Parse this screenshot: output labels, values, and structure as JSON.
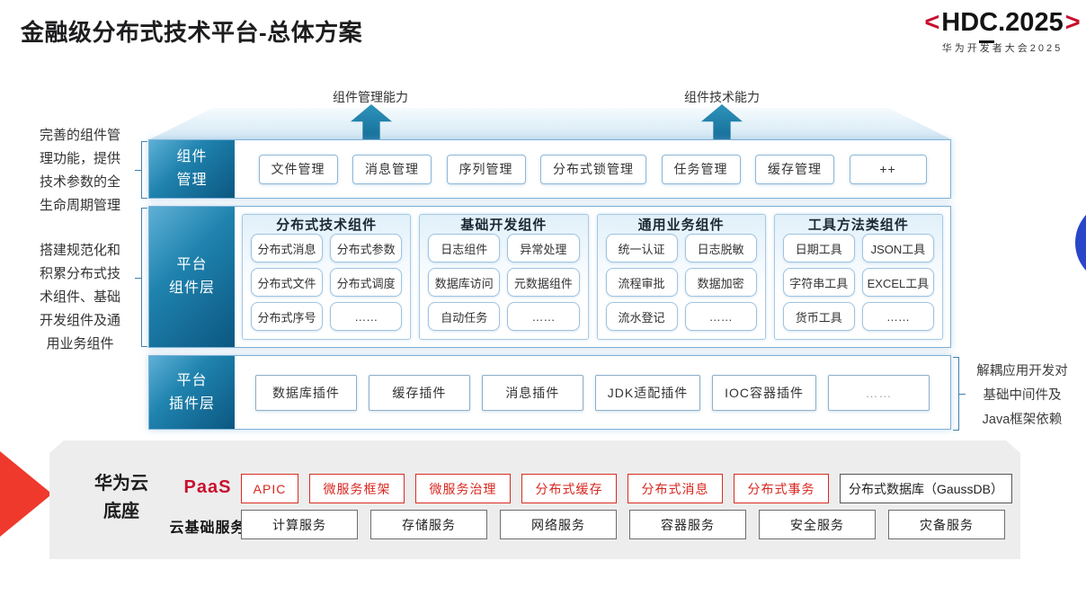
{
  "title": "金融级分布式技术平台-总体方案",
  "logo": {
    "bracket_left": "<",
    "text": "HDC.2025",
    "bracket_right": ">",
    "subtitle": "华为开发者大会2025"
  },
  "arrows": {
    "left_label": "组件管理能力",
    "right_label": "组件技术能力"
  },
  "notes": {
    "left_top": "完善的组件管\n理功能，提供\n技术参数的全\n生命周期管理",
    "left_bottom": "搭建规范化和\n积累分布式技\n术组件、基础\n开发组件及通\n用业务组件",
    "right": "解耦应用开发对\n基础中间件及\nJava框架依赖"
  },
  "rows": {
    "mgmt": {
      "label": "组件\n管理",
      "items": [
        "文件管理",
        "消息管理",
        "序列管理",
        "分布式锁管理",
        "任务管理",
        "缓存管理",
        "++"
      ]
    },
    "comp": {
      "label": "平台\n组件层",
      "columns": [
        {
          "header": "分布式技术组件",
          "items": [
            "分布式消息",
            "分布式参数",
            "分布式文件",
            "分布式调度",
            "分布式序号",
            "……"
          ]
        },
        {
          "header": "基础开发组件",
          "items": [
            "日志组件",
            "异常处理",
            "数据库访问",
            "元数据组件",
            "自动任务",
            "……"
          ]
        },
        {
          "header": "通用业务组件",
          "items": [
            "统一认证",
            "日志脱敏",
            "流程审批",
            "数据加密",
            "流水登记",
            "……"
          ]
        },
        {
          "header": "工具方法类组件",
          "items": [
            "日期工具",
            "JSON工具",
            "字符串工具",
            "EXCEL工具",
            "货币工具",
            "……"
          ]
        }
      ]
    },
    "plugin": {
      "label": "平台\n插件层",
      "items": [
        "数据库插件",
        "缓存插件",
        "消息插件",
        "JDK适配插件",
        "IOC容器插件",
        "……"
      ]
    }
  },
  "foundation": {
    "label": "华为云\n底座",
    "paas_label": "PaaS",
    "paas_items": [
      "APIC",
      "微服务框架",
      "微服务治理",
      "分布式缓存",
      "分布式消息",
      "分布式事务"
    ],
    "gauss_item": "分布式数据库（GaussDB）",
    "cloud_label": "云基础服务",
    "cloud_items": [
      "计算服务",
      "存储服务",
      "网络服务",
      "容器服务",
      "安全服务",
      "灾备服务"
    ]
  },
  "colors": {
    "label_teal_dark": "#0b5781",
    "label_teal_light": "#5eb0d6",
    "row_border_blue": "#7cb0d6",
    "arrow_teal": "#0e6690",
    "huawei_red": "#c8102e",
    "paas_box_red": "#d8261e",
    "wedge_red": "#ee392c",
    "circle_blue": "#2a46c8",
    "foundation_gray": "#ededed"
  },
  "icons": {
    "up_arrow": "block-arrow-up",
    "wedge": "right-pointing-wedge",
    "dot": "blue-circle"
  }
}
